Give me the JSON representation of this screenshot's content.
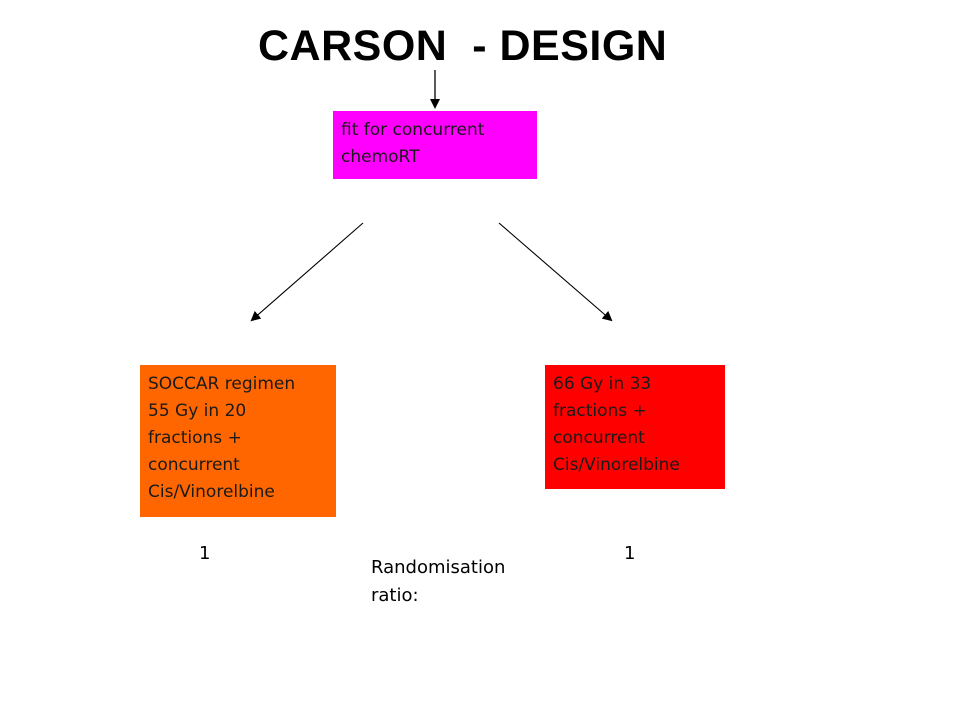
{
  "title": "CARSON  - DESIGN",
  "boxes": {
    "top": {
      "text": "fit for concurrent\nchemoRT",
      "color": "#ff00ff"
    },
    "left": {
      "text": "SOCCAR regimen\n55 Gy in 20\nfractions +\nconcurrent\nCis/Vinorelbine",
      "color": "#ff6600"
    },
    "right": {
      "text": "66 Gy in 33\nfractions +\nconcurrent\nCis/Vinorelbine",
      "color": "#ff0000"
    }
  },
  "ratio": {
    "left": "1",
    "right": "1",
    "caption": "Randomisation\nratio:"
  },
  "colors": {
    "arrow": "#000000"
  }
}
